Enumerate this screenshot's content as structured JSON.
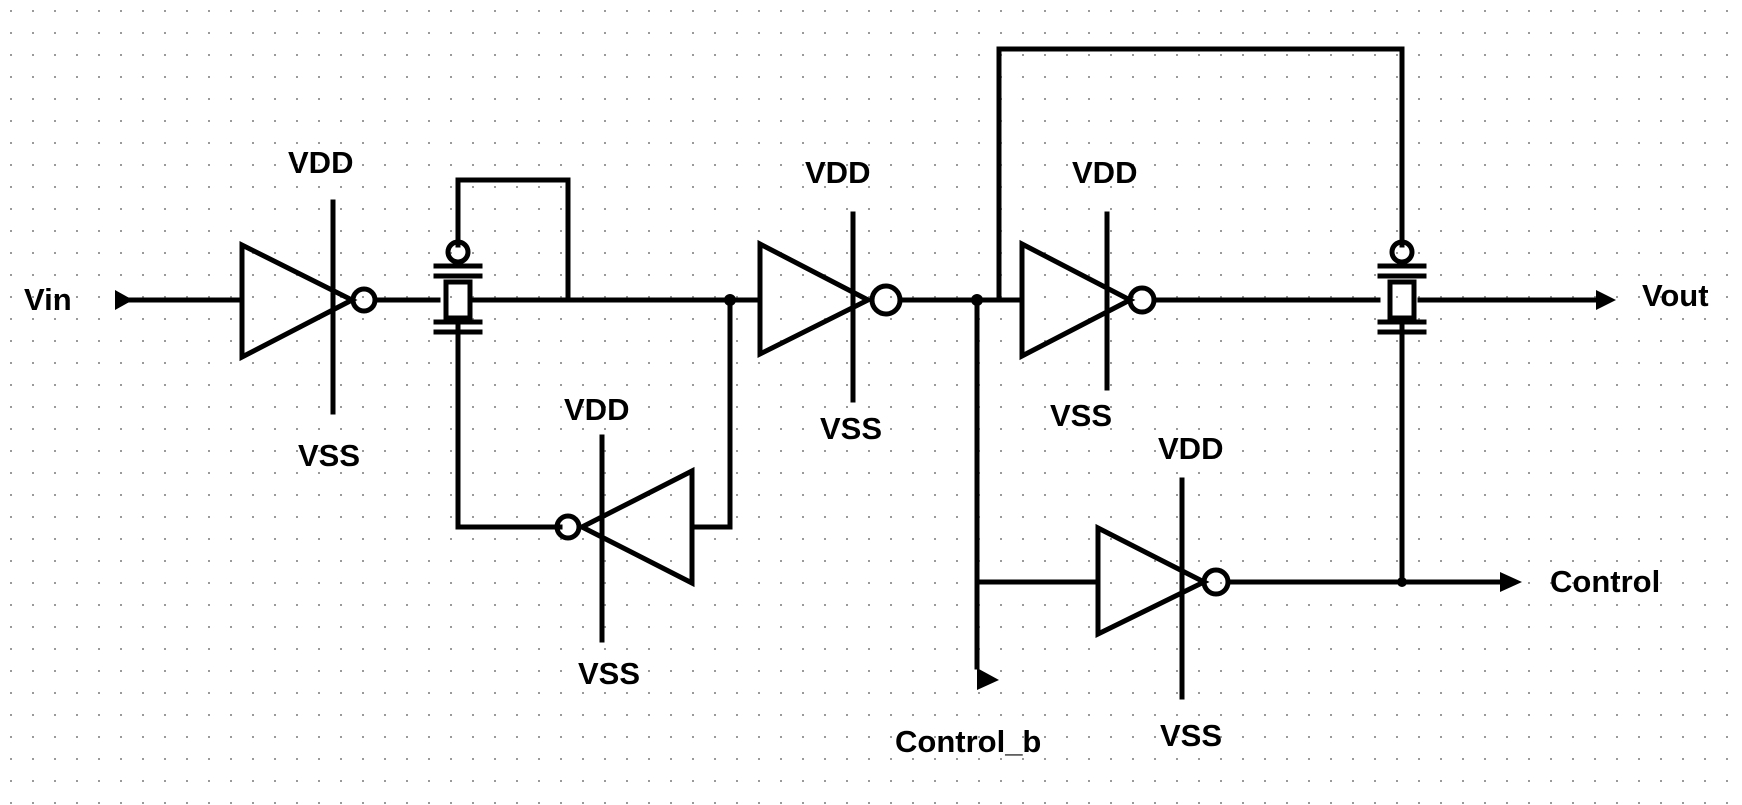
{
  "colors": {
    "background": "#ffffff",
    "ink": "#000000",
    "grid_dot": "#9a9a9a"
  },
  "ports": {
    "vin": "Vin",
    "vout": "Vout",
    "control": "Control",
    "control_b": "Control_b"
  },
  "inverters": [
    {
      "id": "inv1",
      "vdd": "VDD",
      "vss": "VSS"
    },
    {
      "id": "inv2",
      "vdd": "VDD",
      "vss": "VSS"
    },
    {
      "id": "inv3",
      "vdd": "VDD",
      "vss": "VSS"
    },
    {
      "id": "inv4",
      "vdd": "VDD",
      "vss": "VSS"
    },
    {
      "id": "inv5",
      "vdd": "VDD",
      "vss": "VSS"
    }
  ]
}
